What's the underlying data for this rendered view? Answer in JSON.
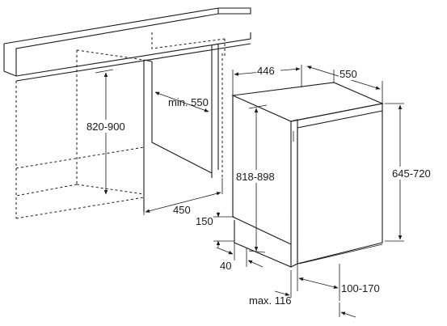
{
  "dimensions": {
    "cabinet_height": "820-900",
    "min_depth": "min. 550",
    "opening_width": "450",
    "appliance_width": "446",
    "appliance_depth": "550",
    "appliance_height": "818-898",
    "overall_height": "645-720",
    "plinth_height": "150",
    "plinth_depth": "40",
    "door_offset": "100-170",
    "max_offset": "max. 116"
  }
}
